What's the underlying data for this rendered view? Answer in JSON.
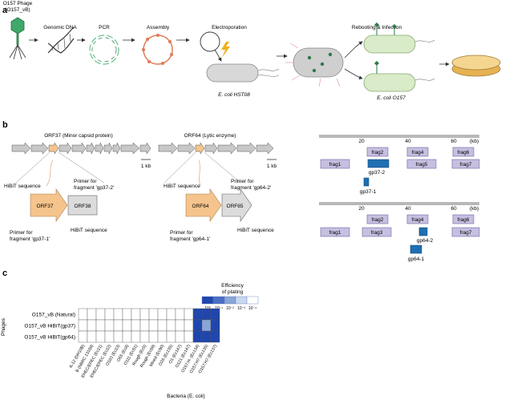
{
  "panels": {
    "a": "a",
    "b": "b",
    "c": "c"
  },
  "panel_a": {
    "phage_label": [
      "O157 Phage",
      "(O157_vB)"
    ],
    "steps": [
      "Genomic DNA",
      "PCR",
      "Assembly",
      "Electroporation",
      "Rebooting & Infection"
    ],
    "host1": "E. coli HST08",
    "host2": "E. coli O157"
  },
  "panel_b": {
    "orf37_title": "ORF37 (Minor capsid protein)",
    "orf64_title": "ORF64 (Lytic enzyme)",
    "scale": "1 kb",
    "hibit": "HiBiT sequence",
    "primer_gp37_2": [
      "Primer for",
      "fragment 'gp37-2'"
    ],
    "primer_gp37_1": [
      "Primer for",
      "fragment 'gp37-1'"
    ],
    "primer_gp64_2": [
      "Primer for",
      "fragment 'gp64-2'"
    ],
    "primer_gp64_1": [
      "Primer for",
      "fragment 'gp64-1'"
    ],
    "orf37": "ORF37",
    "orf38": "ORF38",
    "orf64": "ORF64",
    "orf65": "ORF65",
    "axis_ticks": [
      "20",
      "40",
      "60"
    ],
    "axis_unit": "(kb)",
    "frags": [
      "frag1",
      "frag2",
      "frag3",
      "frag4",
      "frag5",
      "frag6",
      "frag7"
    ],
    "gp37_2": "gp37-2",
    "gp37_1": "gp37-1",
    "gp64_2": "gp64-2",
    "gp64_1": "gp64-1"
  },
  "chart_data": {
    "type": "heatmap",
    "legend_title": [
      "Efficiency",
      "of plating"
    ],
    "legend_ticks": [
      "10⁰",
      "10⁻¹",
      "10⁻²",
      "10⁻³",
      "10⁻⁴"
    ],
    "ylabel": "Phages",
    "xlabel": "Bacteria (E. coli)",
    "rows": [
      "O157_vB (Natural)",
      "O157_vB HiBiT(gp37)",
      "O157_vB HiBiT(gp64)"
    ],
    "columns": [
      "K-12 (DH10B)",
      "B (NBRC 13168)",
      "EHEC/EPEC (Ec21)",
      "EHEC/EPEC (Ec22)",
      "O103 (Ec23)",
      "O55 (Ec8)",
      "O111 (Ec61)",
      "Rough (Ec5)",
      "Rough (Ec69)",
      "Mixed (Ec90)",
      "O26 (Ec135)",
      "O1 (Ec147)",
      "O121 (Ec147)",
      "O157:H- (Ec134)",
      "O157:H7 (Ec135)",
      "O157:H7 (Ec137)"
    ],
    "level_colors": [
      "#ffffff",
      "#c9d7ef",
      "#8aa6d9",
      "#4a6fc4",
      "#2046ad"
    ],
    "values": [
      [
        0,
        0,
        0,
        0,
        0,
        0,
        0,
        0,
        0,
        0,
        0,
        0,
        0,
        4,
        4,
        4
      ],
      [
        0,
        0,
        0,
        0,
        0,
        0,
        0,
        0,
        0,
        0,
        0,
        0,
        0,
        4,
        2,
        4
      ],
      [
        0,
        0,
        0,
        0,
        0,
        0,
        0,
        0,
        0,
        0,
        0,
        0,
        0,
        4,
        4,
        4
      ]
    ]
  }
}
